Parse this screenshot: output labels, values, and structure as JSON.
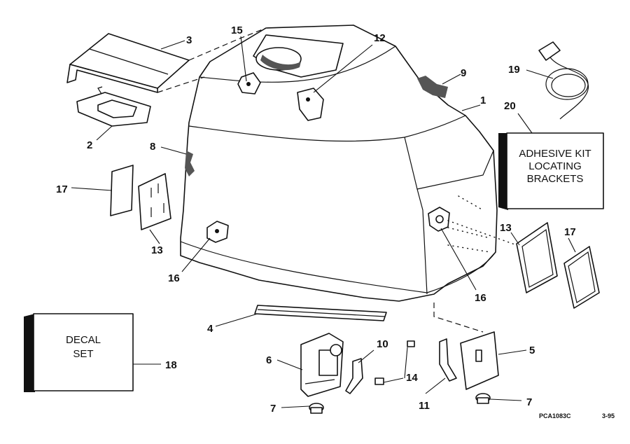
{
  "callouts": {
    "c1": "1",
    "c2": "2",
    "c3": "3",
    "c4": "4",
    "c5": "5",
    "c6": "6",
    "c7a": "7",
    "c7b": "7",
    "c8": "8",
    "c9": "9",
    "c10": "10",
    "c11": "11",
    "c12": "12",
    "c13a": "13",
    "c13b": "13",
    "c14": "14",
    "c15": "15",
    "c16a": "16",
    "c16b": "16",
    "c17a": "17",
    "c17b": "17",
    "c18": "18",
    "c19": "19",
    "c20": "20"
  },
  "kit_box": {
    "line1": "ADHESIVE KIT",
    "line2": "LOCATING",
    "line3": "BRACKETS"
  },
  "decal_box": {
    "line1": "DECAL",
    "line2": "SET"
  },
  "drawing_code": "PCA1083C",
  "drawing_date": "3-95"
}
